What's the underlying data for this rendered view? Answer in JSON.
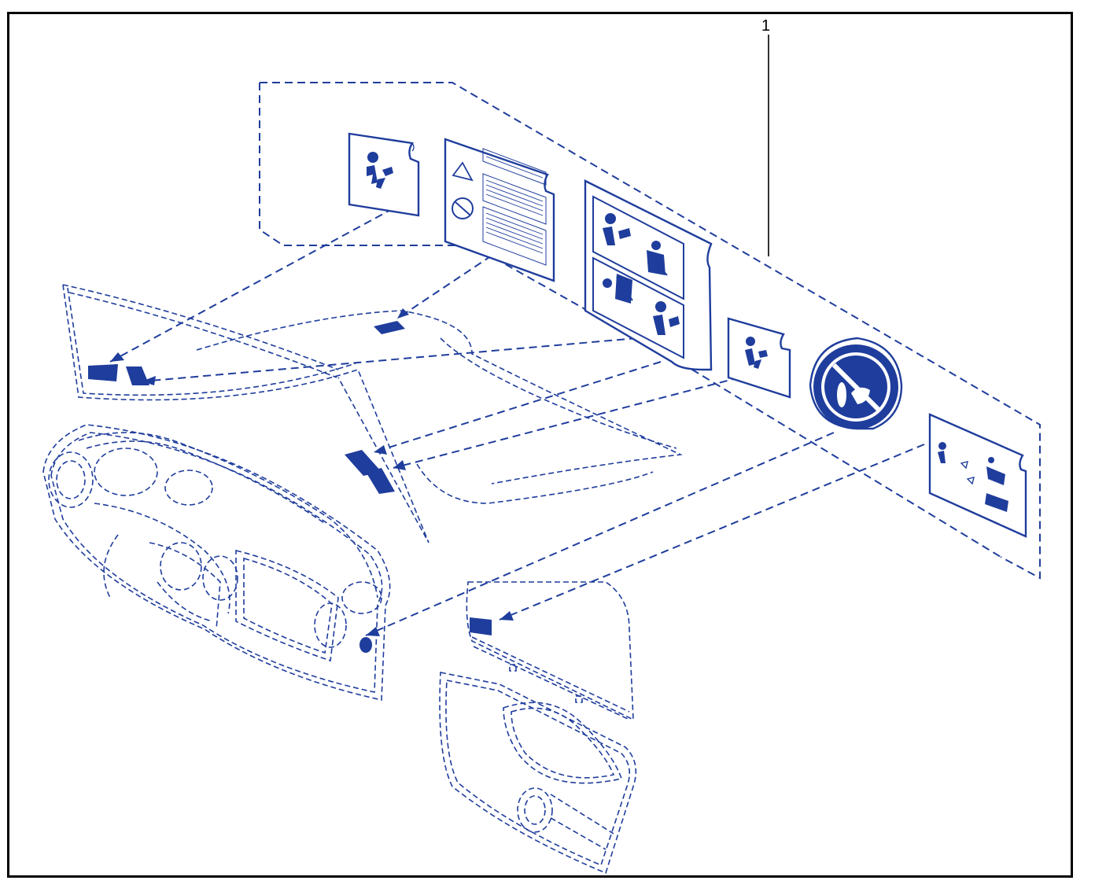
{
  "callout": {
    "number": "1"
  },
  "colors": {
    "line": "#1f3d9c",
    "frame": "#000000",
    "background": "#ffffff"
  },
  "parts": [
    {
      "ref": "1",
      "name": "airbag-warning-label-set"
    }
  ]
}
